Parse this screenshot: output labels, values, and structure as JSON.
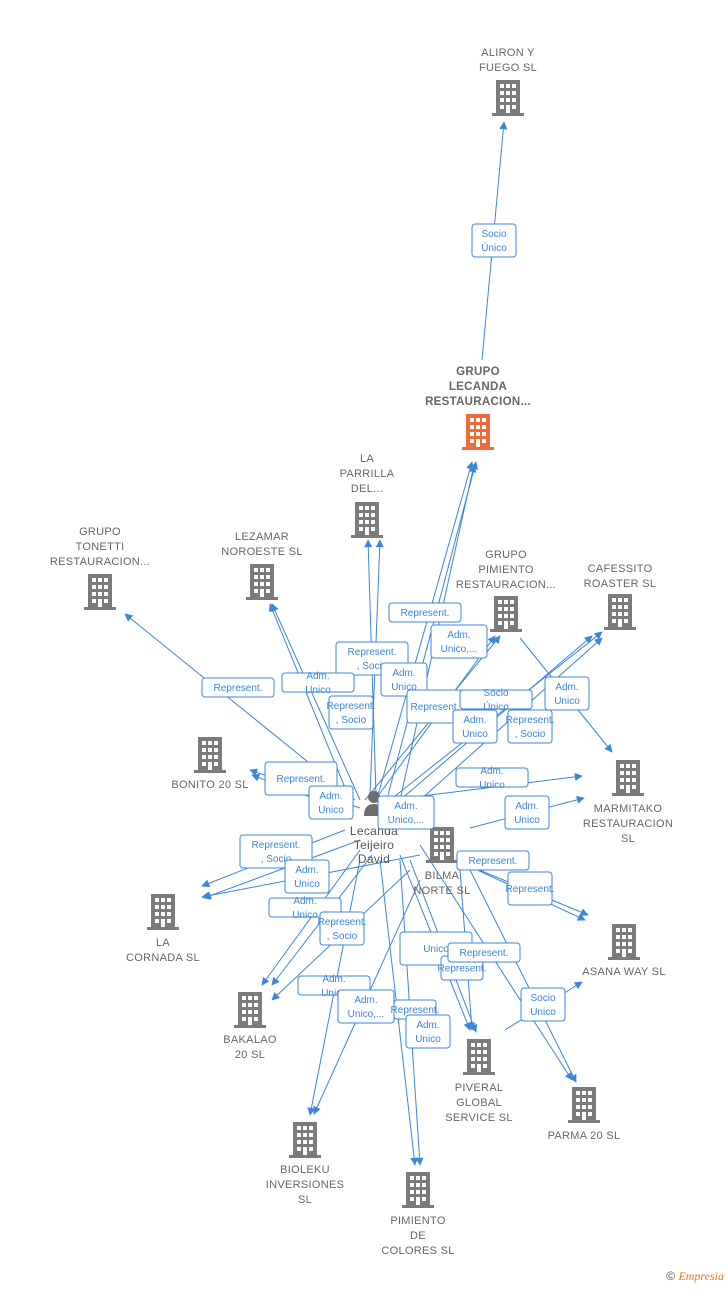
{
  "colors": {
    "edge": "#3d85d8",
    "building": "#7b7b7b",
    "main_building": "#f06a3a",
    "person": "#6c6c6c"
  },
  "person": {
    "label": [
      "Lecanda",
      "Teijeiro",
      "David"
    ]
  },
  "companies": [
    {
      "id": "aliron",
      "label": [
        "ALIRON Y",
        "FUEGO  SL"
      ]
    },
    {
      "id": "grupo-lecanda",
      "label": [
        "GRUPO",
        "LECANDA",
        "RESTAURACION..."
      ],
      "main": true
    },
    {
      "id": "la-parrilla",
      "label": [
        "LA",
        "PARRILLA",
        "DEL..."
      ]
    },
    {
      "id": "grupo-tonetti",
      "label": [
        "GRUPO",
        "TONETTI",
        "RESTAURACION..."
      ]
    },
    {
      "id": "lezamar",
      "label": [
        "LEZAMAR",
        "NOROESTE  SL"
      ]
    },
    {
      "id": "grupo-pimiento",
      "label": [
        "GRUPO",
        "PIMIENTO",
        "RESTAURACION..."
      ]
    },
    {
      "id": "cafessito",
      "label": [
        "CAFESSITO",
        "ROASTER  SL"
      ]
    },
    {
      "id": "marmitako",
      "label": [
        "MARMITAKO",
        "RESTAURACION",
        "SL"
      ]
    },
    {
      "id": "bonito",
      "label": [
        "BONITO 20  SL"
      ]
    },
    {
      "id": "bilma",
      "label": [
        "BILMA",
        "NORTE  SL"
      ]
    },
    {
      "id": "la-cornada",
      "label": [
        "LA",
        "CORNADA  SL"
      ]
    },
    {
      "id": "asana",
      "label": [
        "ASANA WAY SL"
      ]
    },
    {
      "id": "bakalao",
      "label": [
        "BAKALAO",
        "20  SL"
      ]
    },
    {
      "id": "piveral",
      "label": [
        "PIVERAL",
        "GLOBAL",
        "SERVICE SL"
      ]
    },
    {
      "id": "parma",
      "label": [
        "PARMA 20 SL"
      ]
    },
    {
      "id": "bioleku",
      "label": [
        "BIOLEKU",
        "INVERSIONES",
        "SL"
      ]
    },
    {
      "id": "pimiento-colores",
      "label": [
        "PIMIENTO",
        "DE",
        "COLORES SL"
      ]
    }
  ],
  "edge_labels": [
    [
      "Socio",
      "Único"
    ],
    [
      "Represent."
    ],
    [
      "Represent.",
      ", Socio"
    ],
    [
      "Adm.",
      "Unico,..."
    ],
    [
      "Adm.",
      "Unico"
    ],
    [
      "Represent."
    ],
    [
      "Adm.",
      "Unico"
    ],
    [
      "Represent.",
      ", Socio"
    ],
    [
      "Represent."
    ],
    [
      "Socio",
      "Único"
    ],
    [
      "Adm.",
      "Unico"
    ],
    [
      "Adm.",
      "Unico"
    ],
    [
      "Represent.",
      ", Socio"
    ],
    [
      "Represent."
    ],
    [
      "Adm.",
      "Unico"
    ],
    [
      "Adm.",
      "Unico,..."
    ],
    [
      "Adm.",
      "Unico"
    ],
    [
      "Represent.",
      ", Socio"
    ],
    [
      "Adm.",
      "Unico"
    ],
    [
      "Represent."
    ],
    [
      "Adm.",
      "Unico"
    ],
    [
      "Represent."
    ],
    [
      "Adm.",
      "Unico"
    ],
    [
      "Represent.",
      ", Socio"
    ],
    [
      "Unico"
    ],
    [
      "Represent."
    ],
    [
      "Represent."
    ],
    [
      "Adm.",
      "Unico"
    ],
    [
      "Socio",
      "Unico"
    ],
    [
      "Adm.",
      "Unico,..."
    ],
    [
      "Represent."
    ],
    [
      "Adm.",
      "Unico"
    ]
  ],
  "footer": {
    "copyright": "©",
    "brand": "Empresia"
  }
}
